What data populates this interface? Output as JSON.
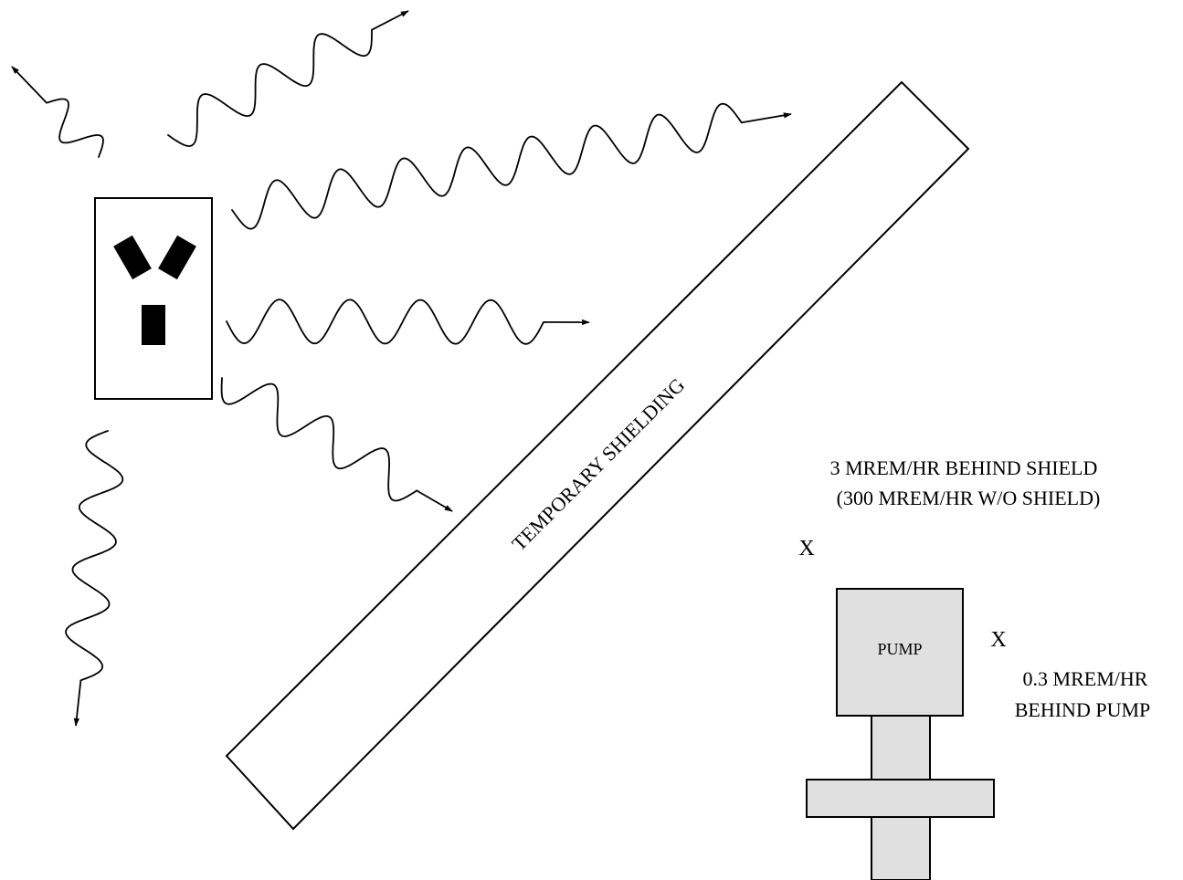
{
  "shield": {
    "label": "TEMPORARY SHIELDING"
  },
  "pump": {
    "label": "PUMP"
  },
  "readings": {
    "shield_primary": "3 MREM/HR BEHIND SHIELD",
    "shield_secondary": "(300 MREM/HR W/O SHIELD)",
    "pump_line1": "0.3 MREM/HR",
    "pump_line2": "BEHIND PUMP"
  },
  "markers": {
    "shield_marker": "X",
    "pump_marker": "X"
  },
  "symbols": {
    "source": "radiation-trefoil-icon",
    "rays": "gamma-ray-wave-icon"
  },
  "colors": {
    "line": "#000000",
    "pump_fill": "#e0e0e0",
    "background": "#ffffff"
  }
}
